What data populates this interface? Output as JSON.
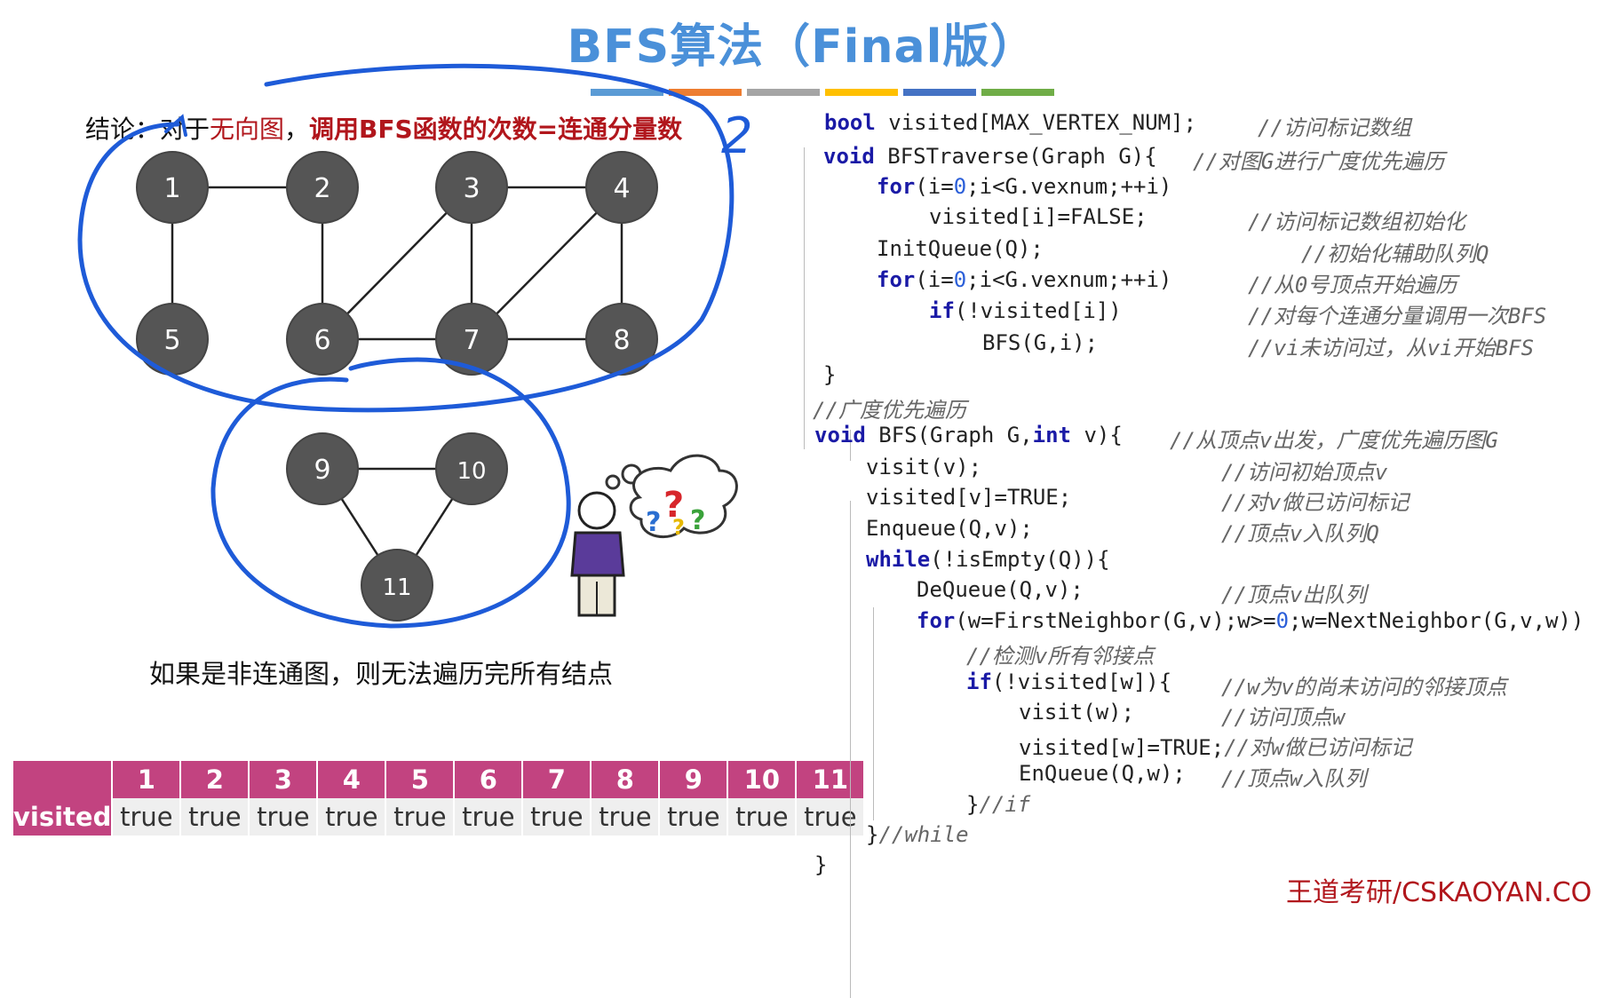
{
  "slide": {
    "title": "BFS算法（Final版）",
    "color_bar": [
      "#5b9bd5",
      "#ed7d31",
      "#a5a5a5",
      "#ffc000",
      "#4472c4",
      "#70ad47"
    ],
    "conclusion_prefix": "结论：对于",
    "conclusion_word1": "无向图",
    "conclusion_sep": "，",
    "conclusion_rest": "调用BFS函数的次数=连通分量数",
    "handwritten_count": "2",
    "note": "如果是非连通图，则无法遍历完所有结点",
    "footer": "王道考研/CSKAOYAN.CO"
  },
  "graph": {
    "nodes": [
      "1",
      "2",
      "3",
      "4",
      "5",
      "6",
      "7",
      "8",
      "9",
      "10",
      "11"
    ],
    "edges": [
      [
        "1",
        "2"
      ],
      [
        "1",
        "5"
      ],
      [
        "2",
        "6"
      ],
      [
        "3",
        "4"
      ],
      [
        "3",
        "6"
      ],
      [
        "3",
        "7"
      ],
      [
        "4",
        "7"
      ],
      [
        "4",
        "8"
      ],
      [
        "6",
        "7"
      ],
      [
        "7",
        "8"
      ],
      [
        "9",
        "10"
      ],
      [
        "9",
        "11"
      ],
      [
        "10",
        "11"
      ]
    ]
  },
  "visited_table": {
    "label": "visited",
    "headers": [
      "1",
      "2",
      "3",
      "4",
      "5",
      "6",
      "7",
      "8",
      "9",
      "10",
      "11"
    ],
    "values": [
      "true",
      "true",
      "true",
      "true",
      "true",
      "true",
      "true",
      "true",
      "true",
      "true",
      "true"
    ]
  },
  "code": {
    "l1_kw": "bool",
    "l1_code": " visited[MAX_VERTEX_NUM];",
    "l1_cm": "//访问标记数组",
    "l2_kw": "void",
    "l2_code": " BFSTraverse(Graph G){",
    "l2_cm": "//对图G进行广度优先遍历",
    "l3_kw": "for",
    "l3_a": "(i=",
    "l3_n": "0",
    "l3_b": ";i<G.vexnum;++i)",
    "l4_code": "visited[i]=FALSE;",
    "l4_cm": "//访问标记数组初始化",
    "l5_code": "InitQueue(Q);",
    "l5_cm": "//初始化辅助队列Q",
    "l6_kw": "for",
    "l6_a": "(i=",
    "l6_n": "0",
    "l6_b": ";i<G.vexnum;++i)",
    "l6_cm": "//从0号顶点开始遍历",
    "l7_kw": "if",
    "l7_code": "(!visited[i])",
    "l7_cm": "//对每个连通分量调用一次BFS",
    "l8_code": "BFS(G,i);",
    "l8_cm": "//vi未访问过，从vi开始BFS",
    "l9_code": "}",
    "l10_cm": "//广度优先遍历",
    "l11_kw": "void",
    "l11_a": " BFS(Graph G,",
    "l11_kw2": "int",
    "l11_b": " v){",
    "l11_cm": "//从顶点v出发，广度优先遍历图G",
    "l12_code": "visit(v);",
    "l12_cm": "//访问初始顶点v",
    "l13_code": "visited[v]=TRUE;",
    "l13_cm": "//对v做已访问标记",
    "l14_code": "Enqueue(Q,v);",
    "l14_cm": "//顶点v入队列Q",
    "l15_kw": "while",
    "l15_code": "(!isEmpty(Q)){",
    "l16_code": "DeQueue(Q,v);",
    "l16_cm": "//顶点v出队列",
    "l17_kw": "for",
    "l17_a": "(w=FirstNeighbor(G,v);w>=",
    "l17_n": "0",
    "l17_b": ";w=NextNeighbor(G,v,w))",
    "l18_cm": "//检测v所有邻接点",
    "l19_kw": "if",
    "l19_code": "(!visited[w]){",
    "l19_cm": "//w为v的尚未访问的邻接顶点",
    "l20_code": "visit(w);",
    "l20_cm": "//访问顶点w",
    "l21_code": "visited[w]=TRUE;",
    "l21_cm": "//对w做已访问标记",
    "l22_code": "EnQueue(Q,w);",
    "l22_cm": "//顶点w入队列",
    "l23_code": "}",
    "l23_cm": "//if",
    "l24_code": "}",
    "l24_cm": "//while",
    "l25_code": "}"
  }
}
